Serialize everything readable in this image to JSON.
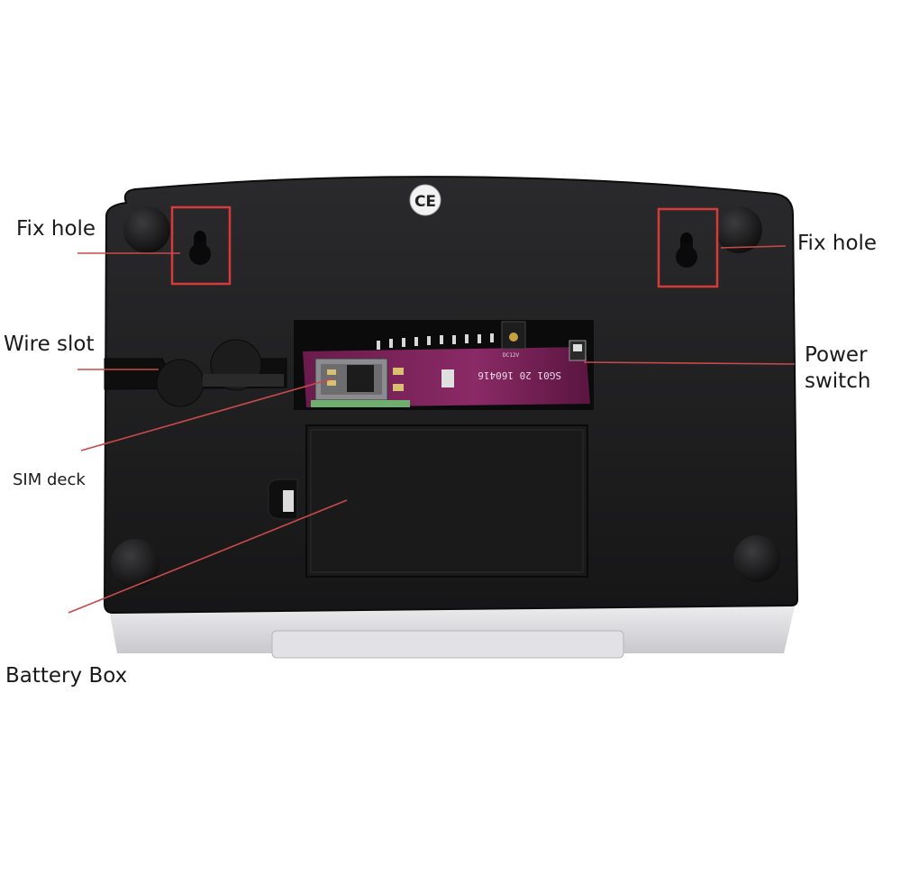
{
  "labels": {
    "fix_hole_left": "Fix hole",
    "fix_hole_right": "Fix hole",
    "wire_slot": "Wire slot",
    "power_switch_line1": "Power",
    "power_switch_line2": "switch",
    "sim_deck": "SIM deck",
    "battery_box": "Battery Box"
  },
  "device": {
    "cert_mark": "CE",
    "pcb_print": "SG01 20 160416",
    "pcb_power_label": "DC12V"
  },
  "colors": {
    "case": "#1e1e20",
    "case_edge": "#0c0c0d",
    "bottom_shell": "#e8e8ea",
    "pcb": "#7a1f58",
    "callout_line": "#c84a4a",
    "highlight_box": "#d63a3a"
  }
}
